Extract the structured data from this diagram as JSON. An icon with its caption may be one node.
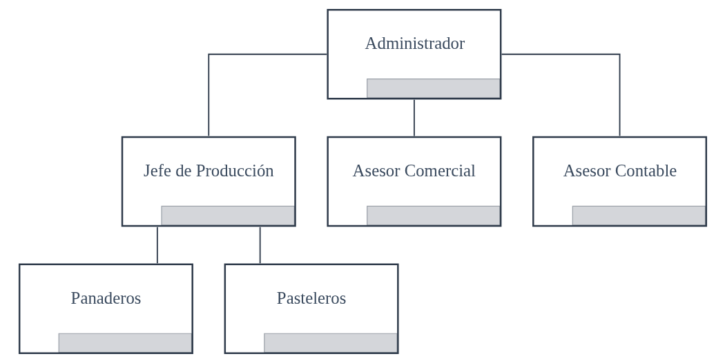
{
  "diagram": {
    "nodes": [
      {
        "text": [
          "Administrador"
        ]
      },
      {
        "text": [
          "Jefe de Producción"
        ]
      },
      {
        "text": [
          "Asesor Comercial"
        ]
      },
      {
        "text": [
          "Asesor Contable"
        ]
      },
      {
        "text": [
          "Panaderos"
        ]
      },
      {
        "text": [
          "Pasteleros"
        ]
      }
    ],
    "edges": [
      {
        "from": 0,
        "to": 1,
        "arrow": "none"
      },
      {
        "from": 0,
        "to": 2,
        "arrow": "none"
      },
      {
        "from": 0,
        "to": 3,
        "arrow": "none"
      },
      {
        "from": 1,
        "to": 4,
        "arrow": "none"
      },
      {
        "from": 1,
        "to": 5,
        "arrow": "none"
      }
    ]
  }
}
